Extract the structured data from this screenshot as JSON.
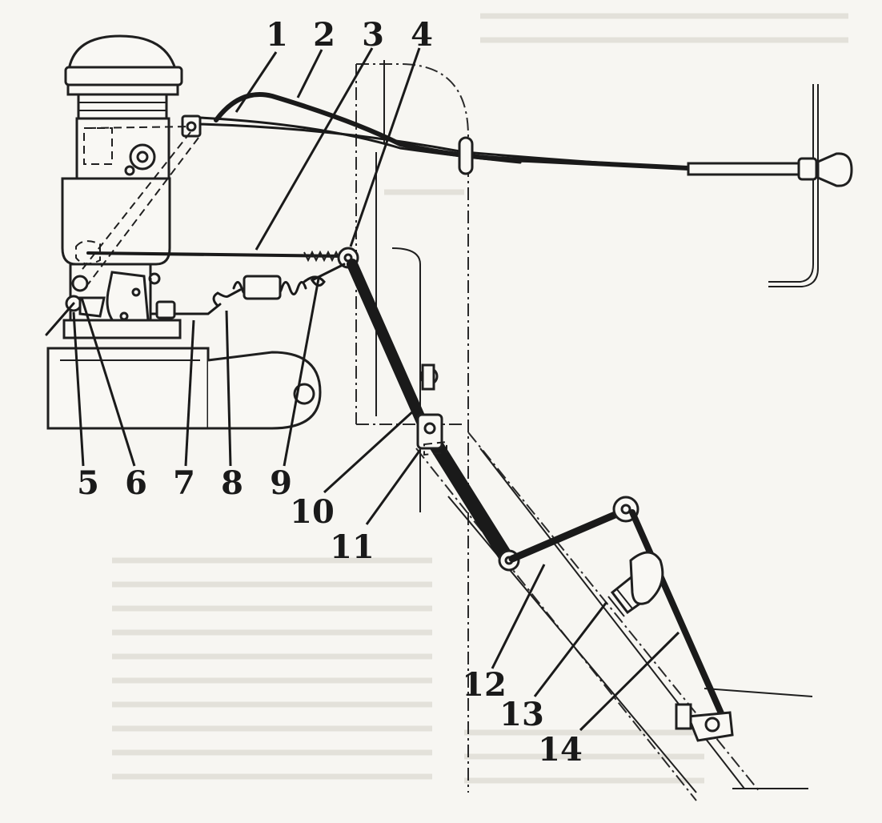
{
  "diagram": {
    "callouts": [
      {
        "id": "1",
        "label": "1"
      },
      {
        "id": "2",
        "label": "2"
      },
      {
        "id": "3",
        "label": "3"
      },
      {
        "id": "4",
        "label": "4"
      },
      {
        "id": "5",
        "label": "5"
      },
      {
        "id": "6",
        "label": "6"
      },
      {
        "id": "7",
        "label": "7"
      },
      {
        "id": "8",
        "label": "8"
      },
      {
        "id": "9",
        "label": "9"
      },
      {
        "id": "10",
        "label": "10"
      },
      {
        "id": "11",
        "label": "11"
      },
      {
        "id": "12",
        "label": "12"
      },
      {
        "id": "13",
        "label": "13"
      },
      {
        "id": "14",
        "label": "14"
      }
    ],
    "colors": {
      "ink": "#1a1a1a",
      "paper": "#f7f6f2",
      "bleed_through": "#e3e1da"
    }
  }
}
